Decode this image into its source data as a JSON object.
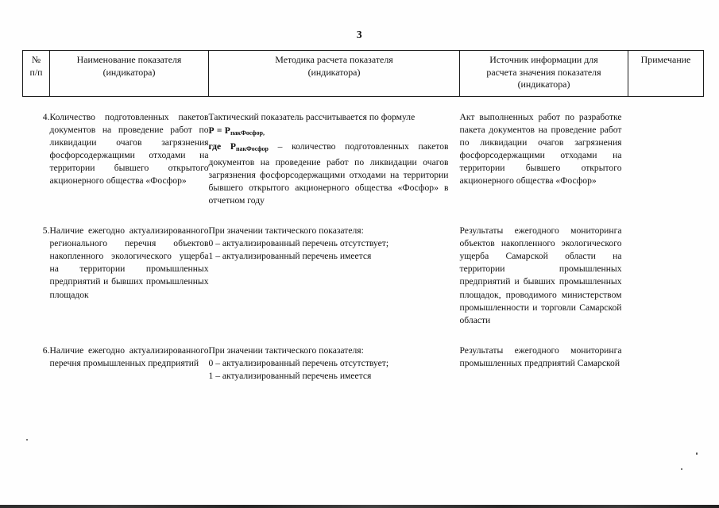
{
  "page": {
    "number": "3"
  },
  "table": {
    "headers": [
      {
        "lines": [
          "№",
          "п/п"
        ]
      },
      {
        "lines": [
          "Наименование показателя",
          "(индикатора)"
        ]
      },
      {
        "lines": [
          "Методика расчета показателя",
          "(индикатора)"
        ]
      },
      {
        "lines": [
          "Источник информации для",
          "расчета значения показателя",
          "(индикатора)"
        ]
      },
      {
        "lines": [
          "Примечание"
        ]
      }
    ],
    "rows": [
      {
        "number": "4.",
        "indicator": "Количество подготовленных пакетов документов на проведение работ по ликвидации очагов загрязнения фосфорсодержащими отходами на территории бывшего открытого акционерного общества «Фосфор»",
        "method_intro": "Тактический показатель рассчитывается по формуле",
        "method_formula_lead": "Р = Р",
        "method_formula_sub": "пакФосфор,",
        "method_where_lead": "где Р",
        "method_where_sub": "пакФосфор",
        "method_where_rest": " – количество подготовленных пакетов документов на проведение работ по ликвидации очагов загрязнения фосфорсодержащими отходами на территории бывшего открытого акционерного общества «Фосфор» в отчетном году",
        "source": "Акт выполненных работ по разработке пакета документов на проведение работ по ликвидации очагов загрязнения фосфорсодержащими отходами на территории бывшего открытого акционерного общества «Фосфор»",
        "note": ""
      },
      {
        "number": "5.",
        "indicator": "Наличие ежегодно актуализированного регионального перечня объектов накопленного экологического ущерба на территории промышленных предприятий и бывших промышленных площадок",
        "method_lines": [
          "При значении тактического показателя:",
          "0 – актуализированный перечень отсутствует;",
          "1 – актуализированный перечень имеется"
        ],
        "source": "Результаты ежегодного мониторинга объектов накопленного экологического ущерба Самарской области на территории промышленных предприятий и бывших промышленных площадок, проводимого министерством промышленности и торговли Самарской области",
        "note": ""
      },
      {
        "number": "6.",
        "indicator": "Наличие ежегодно актуализированного перечня промышленных предприятий",
        "method_lines": [
          "При значении тактического показателя:",
          "0 – актуализированный перечень отсутствует;",
          "1 – актуализированный перечень имеется"
        ],
        "source": "Результаты ежегодного мониторинга промышленных предприятий Самарской",
        "note": ""
      }
    ]
  }
}
